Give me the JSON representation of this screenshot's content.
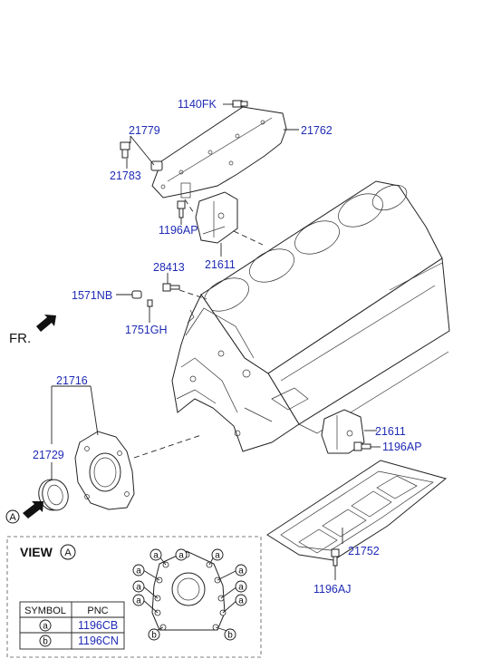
{
  "callouts": {
    "p1140FK": "1140FK",
    "p21762": "21762",
    "p21779": "21779",
    "p21783": "21783",
    "p1196AP_top": "1196AP",
    "p21611_top": "21611",
    "p28413": "28413",
    "p1571NB": "1571NB",
    "p1751GH": "1751GH",
    "p21716": "21716",
    "p21729": "21729",
    "p21611_bottom": "21611",
    "p1196AP_bottom": "1196AP",
    "p21752": "21752",
    "p1196AJ": "1196AJ"
  },
  "direction_label": "FR.",
  "view_marker": "A",
  "view_box": {
    "title": "VIEW",
    "marker": "A",
    "symbol_a": "a",
    "symbol_b": "b",
    "table": {
      "headers": [
        "SYMBOL",
        "PNC"
      ],
      "rows": [
        {
          "symbol": "a",
          "pnc": "1196CB"
        },
        {
          "symbol": "b",
          "pnc": "1196CN"
        }
      ]
    }
  },
  "colors": {
    "callout_text": "#1f2bb5",
    "line": "#222222"
  }
}
